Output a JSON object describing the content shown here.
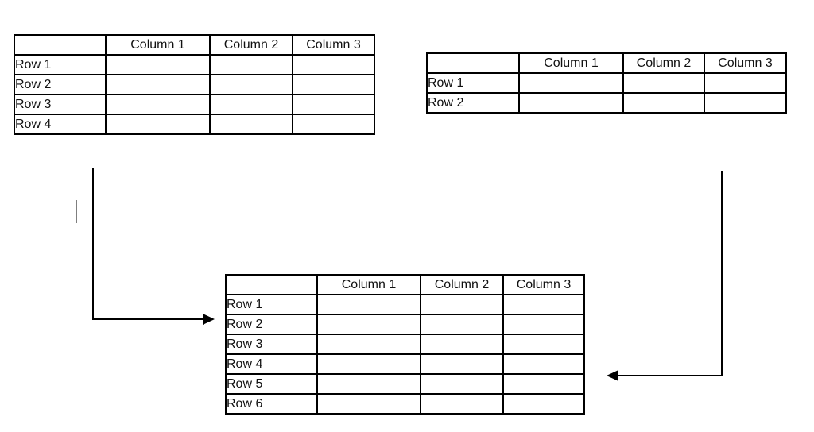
{
  "colors": {
    "cell-light": "#d1d0d0",
    "cell-dark": "#6f6c6c",
    "table-border": "#000000",
    "arrow": "#000000",
    "cursor-mark": "#7f7f7f"
  },
  "tables": {
    "top_left": {
      "corner": "",
      "columns": [
        "Column 1",
        "Column 2",
        "Column 3"
      ],
      "rows": [
        "Row 1",
        "Row 2",
        "Row 3",
        "Row 4"
      ],
      "cell_fill": "light"
    },
    "top_right": {
      "corner": "",
      "columns": [
        "Column 1",
        "Column 2",
        "Column 3"
      ],
      "rows": [
        "Row 1",
        "Row 2"
      ],
      "cell_fill": "dark"
    },
    "merged": {
      "corner": "",
      "columns": [
        "Column 1",
        "Column 2",
        "Column 3"
      ],
      "rows": [
        "Row 1",
        "Row 2",
        "Row 3",
        "Row 4",
        "Row 5",
        "Row 6"
      ],
      "row_fills": [
        "light",
        "light",
        "light",
        "light",
        "dark",
        "dark"
      ]
    }
  }
}
